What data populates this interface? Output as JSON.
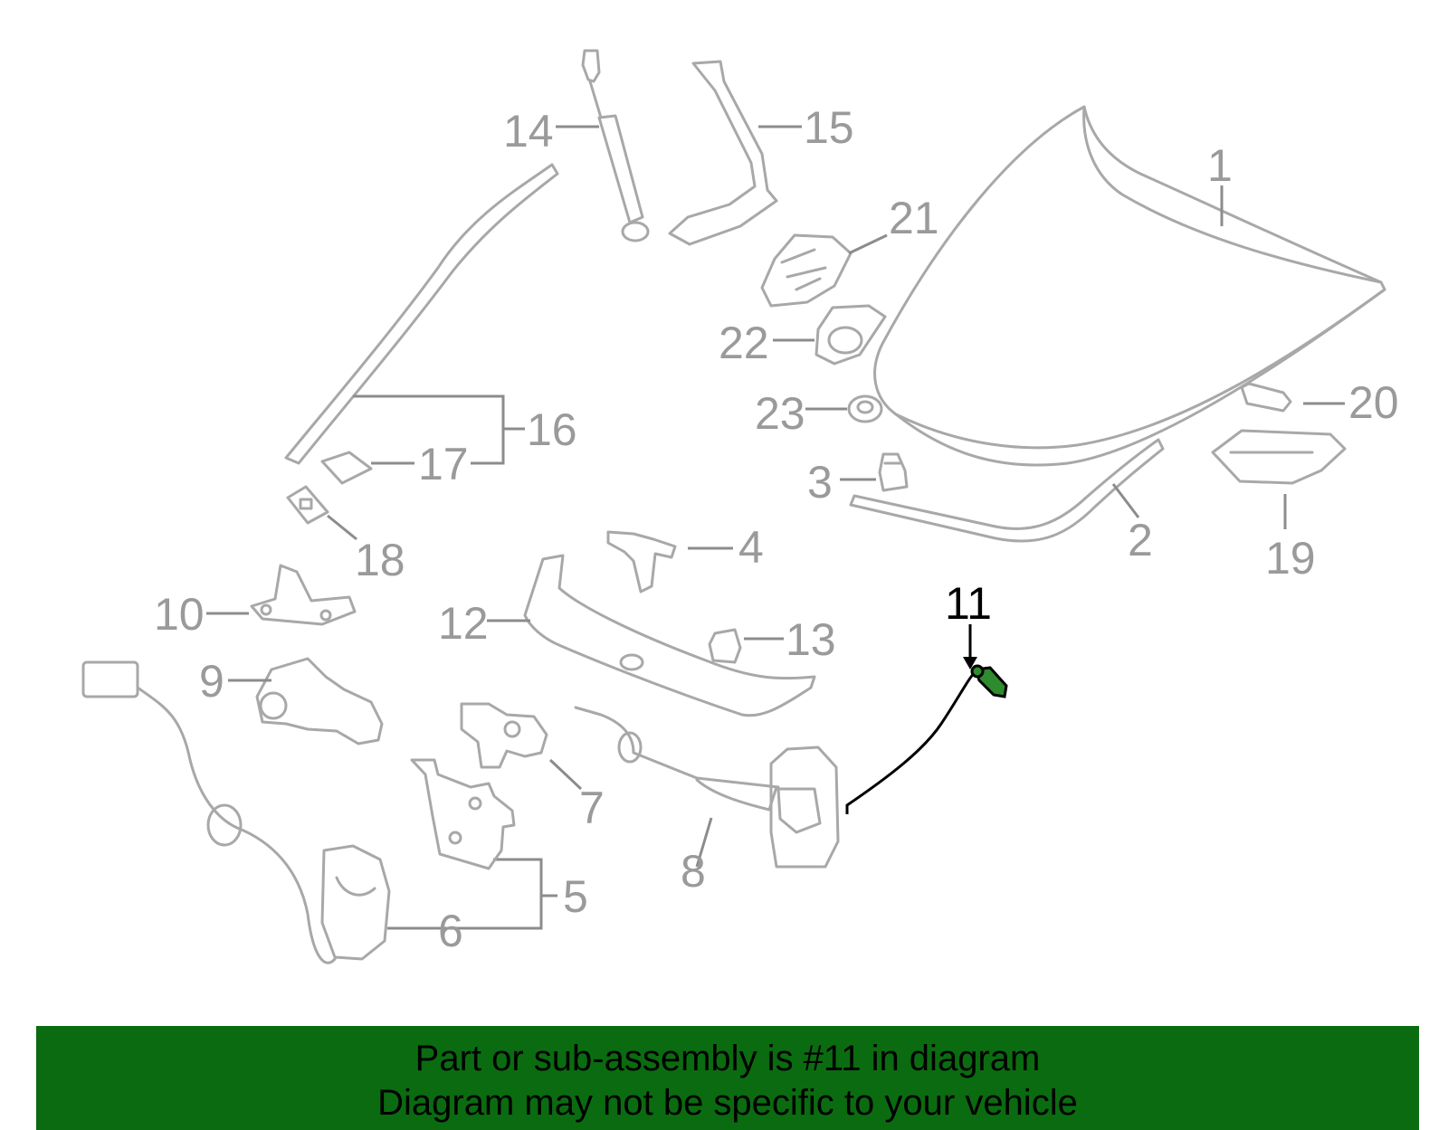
{
  "diagram": {
    "highlighted_callout": "11",
    "highlight_color": "#2e8b2e",
    "callouts": [
      {
        "id": "c1",
        "label": "1"
      },
      {
        "id": "c2",
        "label": "2"
      },
      {
        "id": "c3",
        "label": "3"
      },
      {
        "id": "c4",
        "label": "4"
      },
      {
        "id": "c5",
        "label": "5"
      },
      {
        "id": "c6",
        "label": "6"
      },
      {
        "id": "c7",
        "label": "7"
      },
      {
        "id": "c8",
        "label": "8"
      },
      {
        "id": "c9",
        "label": "9"
      },
      {
        "id": "c10",
        "label": "10"
      },
      {
        "id": "c11",
        "label": "11"
      },
      {
        "id": "c12",
        "label": "12"
      },
      {
        "id": "c13",
        "label": "13"
      },
      {
        "id": "c14",
        "label": "14"
      },
      {
        "id": "c15",
        "label": "15"
      },
      {
        "id": "c16",
        "label": "16"
      },
      {
        "id": "c17",
        "label": "17"
      },
      {
        "id": "c18",
        "label": "18"
      },
      {
        "id": "c19",
        "label": "19"
      },
      {
        "id": "c20",
        "label": "20"
      },
      {
        "id": "c21",
        "label": "21"
      },
      {
        "id": "c22",
        "label": "22"
      },
      {
        "id": "c23",
        "label": "23"
      }
    ]
  },
  "banner": {
    "line1": "Part or sub-assembly is #11 in diagram",
    "line2": "Diagram may not be specific to your vehicle",
    "background": "#0b6b10"
  }
}
